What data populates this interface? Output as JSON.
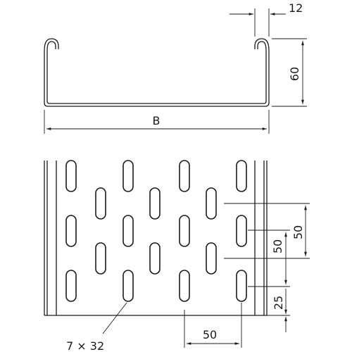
{
  "dimensions": {
    "flange": "12",
    "height": "60",
    "width": "B",
    "pitch_horizontal": "50",
    "pitch_vertical_right": "50",
    "pitch_vertical_left": "50",
    "edge_offset": "25",
    "perforation": "7 × 32"
  },
  "colors": {
    "line": "#1a1a1a",
    "background": "#ffffff"
  }
}
